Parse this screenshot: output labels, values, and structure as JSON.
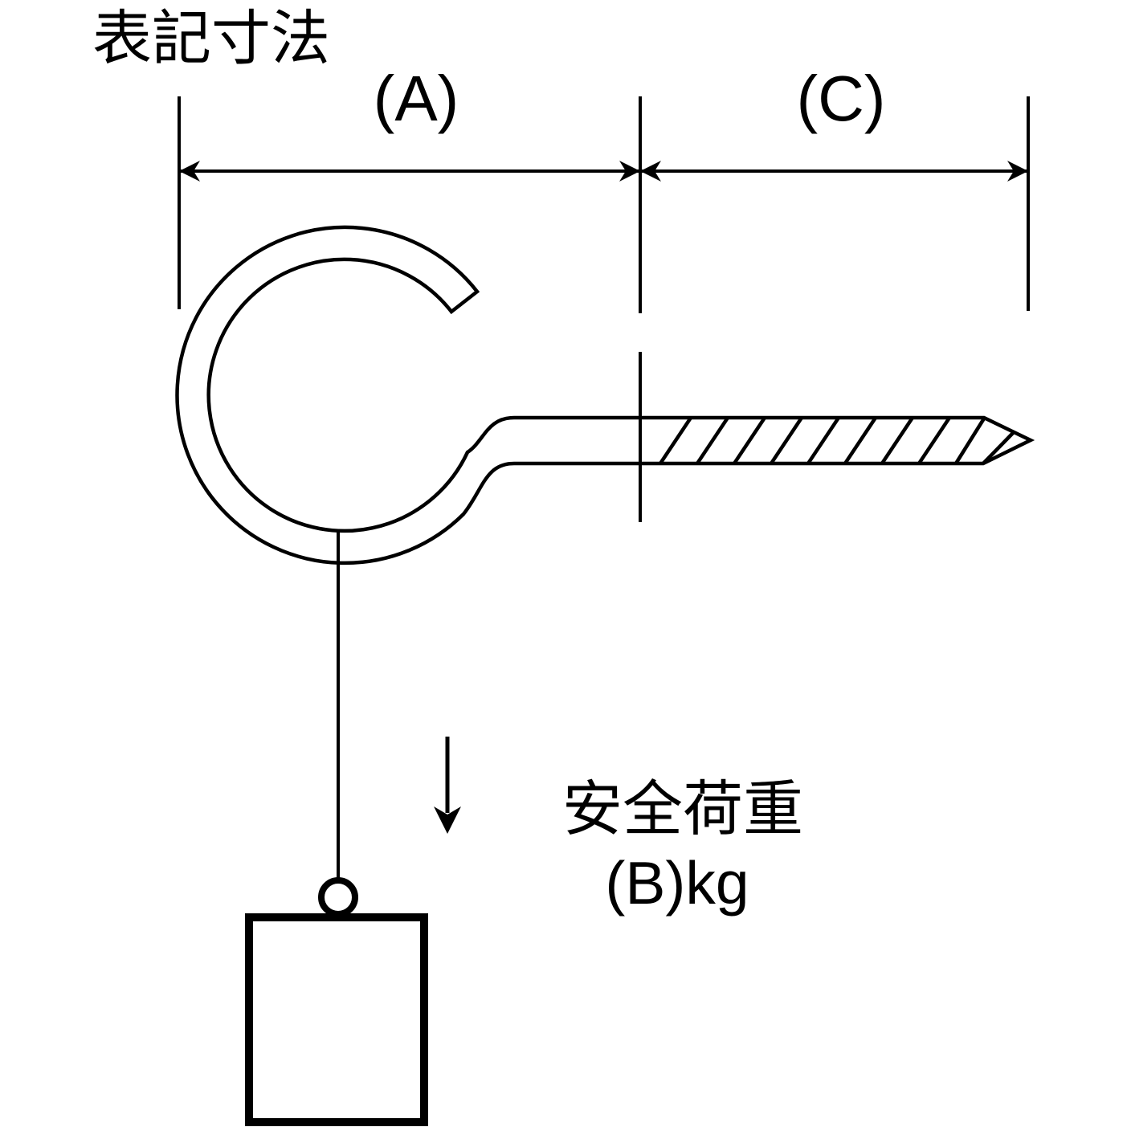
{
  "colors": {
    "background": "#ffffff",
    "line": "#000000",
    "text": "#000000"
  },
  "header": {
    "title": "表記寸法"
  },
  "dimensions": {
    "a_label": "(A)",
    "c_label": "(C)"
  },
  "safe_load": {
    "label": "安全荷重",
    "value": "(B)kg"
  }
}
